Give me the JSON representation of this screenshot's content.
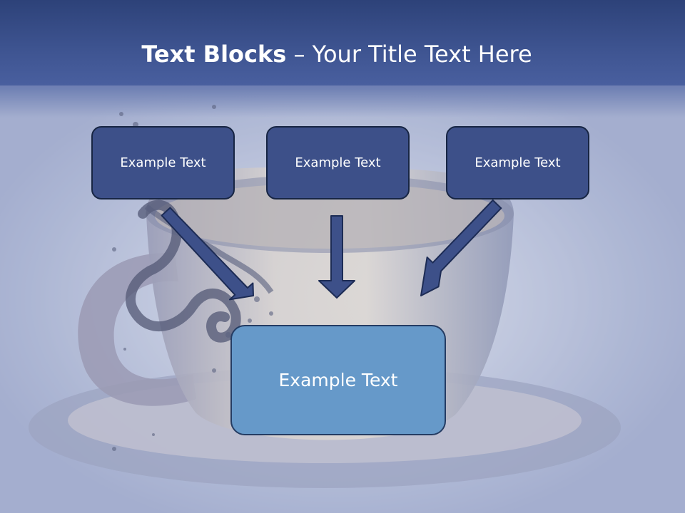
{
  "slide": {
    "title_bold": "Text Blocks",
    "title_rest": "– Your Title Text Here",
    "blocks": [
      "Example Text",
      "Example Text",
      "Example Text"
    ],
    "target": "Example Text",
    "colors": {
      "header": "#3f5592",
      "block_fill": "#3d5089",
      "block_border": "#172543",
      "target_fill": "#6699c9",
      "arrow_fill": "#3d5089"
    }
  }
}
